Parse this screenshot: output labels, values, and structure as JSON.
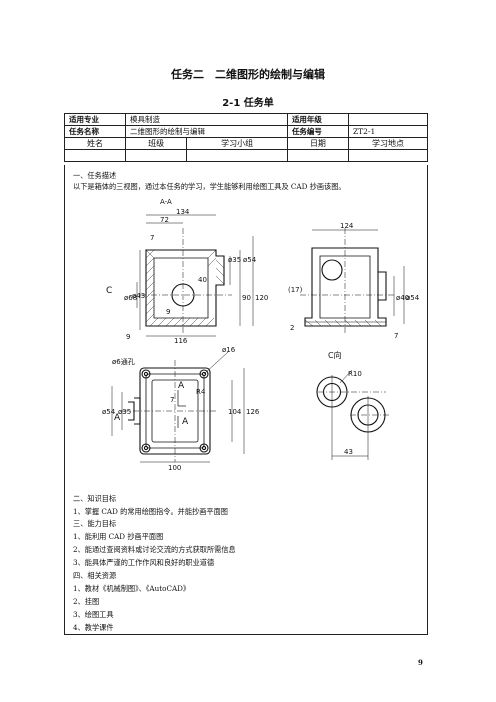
{
  "header": {
    "title": "任务二　二维图形的绘制与编辑",
    "subtitle": "2-1 任务单"
  },
  "info_table": {
    "major_label": "适用专业",
    "major_value": "模具制造",
    "grade_label": "适用年级",
    "grade_value": "",
    "task_label": "任务名称",
    "task_value": "二维图形的绘制与编辑",
    "code_label": "任务编号",
    "code_value": "ZT2-1",
    "columns": [
      "姓名",
      "班级",
      "学习小组",
      "日期",
      "学习地点"
    ]
  },
  "content": {
    "section1_title": "一、任务描述",
    "section1_text": "以下是箱体的三视图，通过本任务的学习，学生能够利用绘图工具及 CAD 抄画该图。",
    "lines": [
      "二、知识目标",
      "1、掌握 CAD 的常用绘图指令。并能抄画平面图",
      "三、能力目标",
      "1、能利用 CAD 抄画平面图",
      "2、能通过查阅资料或讨论交流的方式获取所需信息",
      "3、能具体严谨的工作作风和良好的职业道德",
      "四、相关资源",
      "1、教材《机械制图》、《AutoCAD》",
      "2、挂图",
      "3、绘图工具",
      "4、教学课件"
    ]
  },
  "drawing": {
    "section_label": "A-A",
    "view_c_label": "C向",
    "c_marker": "C",
    "a_marker": "A",
    "dims_front": [
      "134",
      "72",
      "7",
      "40",
      "ø35",
      "ø54",
      "ø68",
      "ø43",
      "9",
      "90",
      "120",
      "9",
      "116"
    ],
    "dims_side": [
      "124",
      "(17)",
      "ø40",
      "ø54",
      "2",
      "7"
    ],
    "dims_top": [
      "ø6通孔",
      "ø16",
      "ø54",
      "ø35",
      "7",
      "R4",
      "104",
      "126",
      "100"
    ],
    "dims_c": [
      "R10",
      "43"
    ]
  },
  "page_number": "9"
}
